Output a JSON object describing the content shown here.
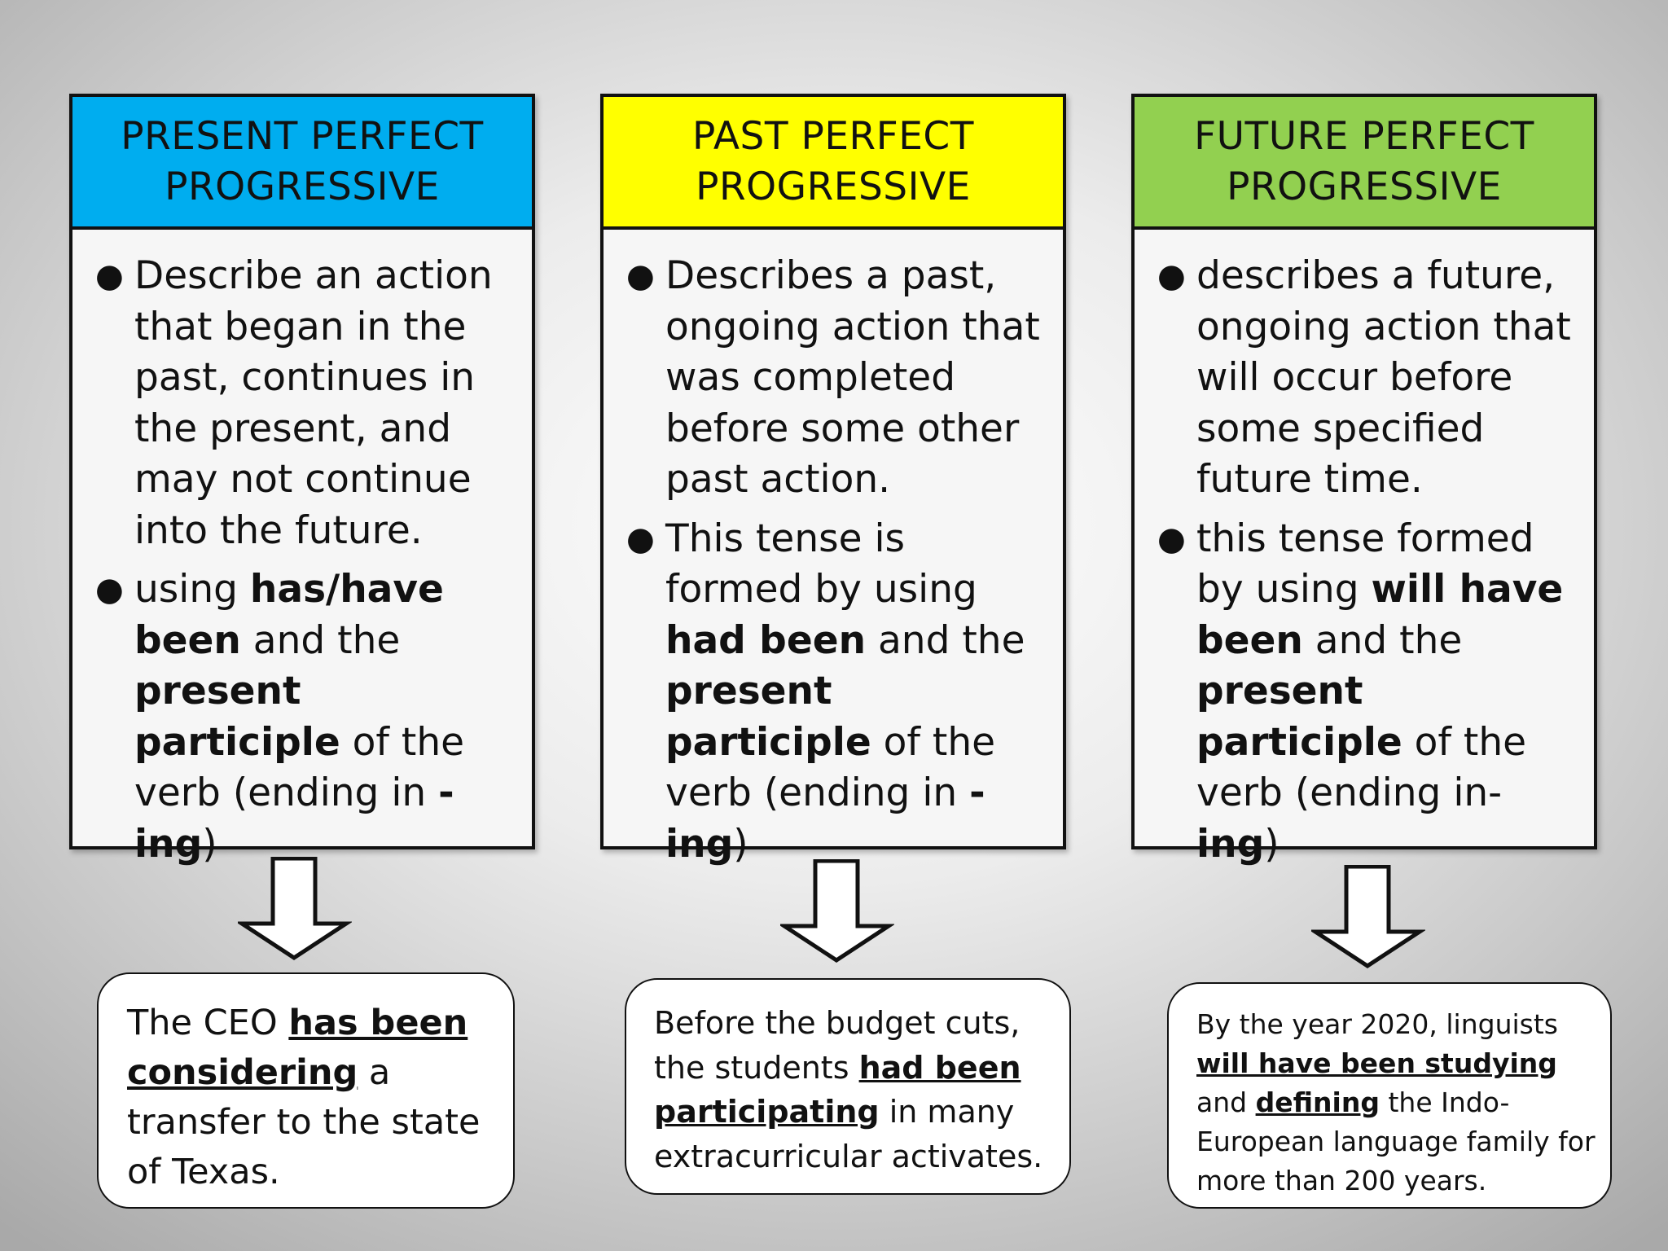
{
  "columns": [
    {
      "header_line1": "PRESENT PERFECT",
      "header_line2": "PROGRESSIVE",
      "header_color": "#00adef",
      "bullet1": "Describe an action that began in the past, continues in the present, and may not continue into the future.",
      "bullet2": {
        "t1": "using ",
        "b1": "has/have been",
        "t2": " and the ",
        "b2": "present participle",
        "t3": " of the verb (ending in ",
        "b3": "-ing",
        "t4": ")"
      },
      "example": {
        "t1": "The CEO ",
        "u1": "has been considering",
        "t2": " a transfer to the state of Texas."
      }
    },
    {
      "header_line1": "PAST PERFECT",
      "header_line2": "PROGRESSIVE",
      "header_color": "#ffff00",
      "bullet1": "Describes a past, ongoing action that was completed before some other past action.",
      "bullet2": {
        "t1": "This tense is formed by using ",
        "b1": "had been",
        "t2": " and the ",
        "b2": "present participle",
        "t3": " of the verb (ending in ",
        "b3": "-ing",
        "t4": ")"
      },
      "example": {
        "t1": "Before the budget cuts, the students ",
        "u1": "had been participating",
        "t2": " in many extracurricular activates."
      }
    },
    {
      "header_line1": "FUTURE PERFECT",
      "header_line2": "PROGRESSIVE",
      "header_color": "#92d050",
      "bullet1": "describes a future, ongoing action that will occur before some specified future time.",
      "bullet2": {
        "t1": "this tense formed by using ",
        "b1": "will have been",
        "t2": " and the ",
        "b2": "present participle",
        "t3": " of the verb (ending in-",
        "b3": "ing",
        "t4": ")"
      },
      "example": {
        "t1": "By the year 2020, linguists ",
        "u1": "will have been studying",
        "t2": " and ",
        "u2": "defining",
        "t3": " the Indo-European language family for more than 200 years."
      }
    }
  ]
}
